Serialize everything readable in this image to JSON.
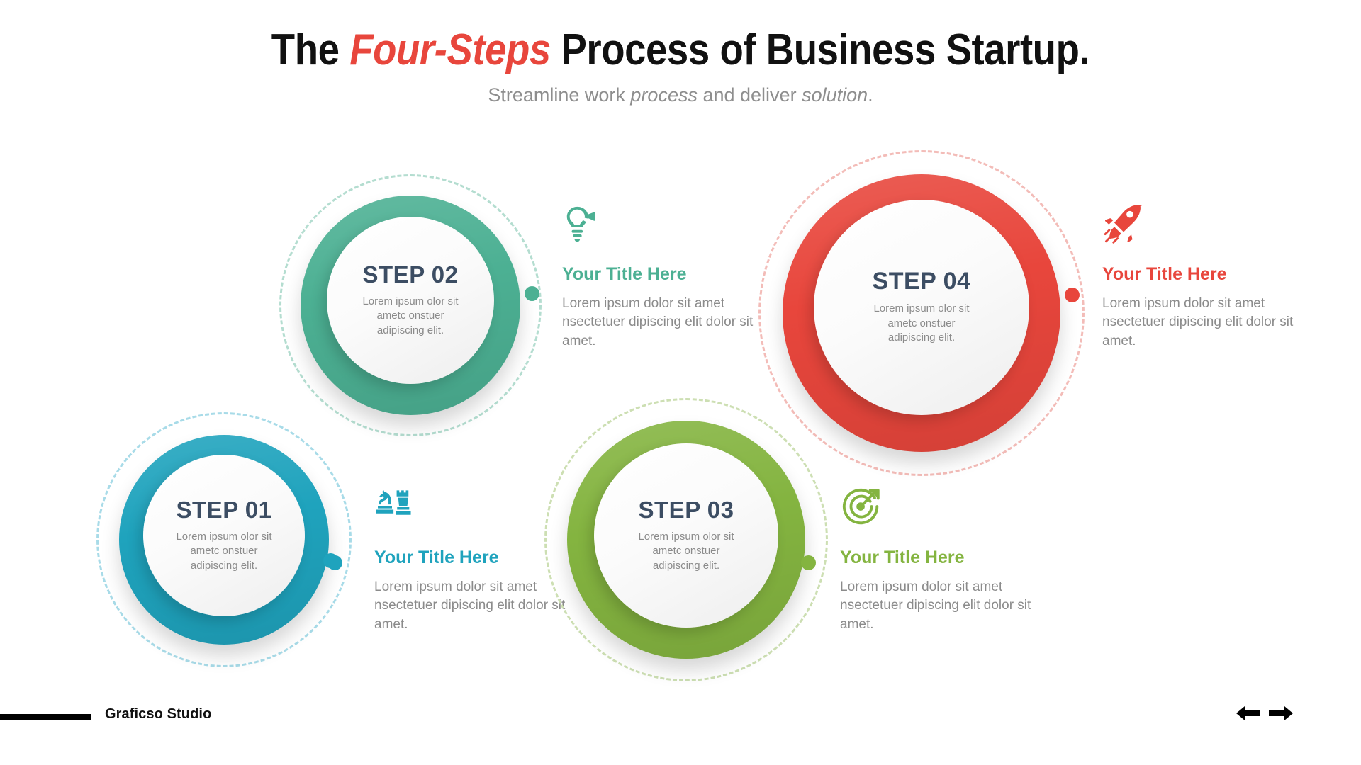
{
  "header": {
    "title_part1": "The ",
    "title_accent": "Four-Steps",
    "title_part2": " Process of Business Startup.",
    "subtitle_part1": "Streamline work ",
    "subtitle_italic1": "process",
    "subtitle_part2": " and deliver ",
    "subtitle_italic2": "solution",
    "subtitle_part3": "."
  },
  "steps": [
    {
      "id": "step-01",
      "label": "STEP 01",
      "description": "Lorem ipsum olor sit ametc onstuer adipiscing elit.",
      "icon": "chess-pieces-icon",
      "info_title": "Your Title Here",
      "info_body": "Lorem ipsum dolor sit amet nsectetuer dipiscing elit dolor sit amet.",
      "color": "#1fa3bd",
      "dashed_color": "#a8dbe8"
    },
    {
      "id": "step-02",
      "label": "STEP 02",
      "description": "Lorem ipsum olor sit ametc onstuer adipiscing elit.",
      "icon": "lightbulb-plug-icon",
      "info_title": "Your Title Here",
      "info_body": "Lorem ipsum dolor sit amet nsectetuer dipiscing elit dolor sit amet.",
      "color": "#4cb093",
      "dashed_color": "#b4ddd0"
    },
    {
      "id": "step-03",
      "label": "STEP 03",
      "description": "Lorem ipsum olor sit ametc onstuer adipiscing elit.",
      "icon": "target-arrow-icon",
      "info_title": "Your Title Here",
      "info_body": "Lorem ipsum dolor sit amet nsectetuer dipiscing elit dolor sit amet.",
      "color": "#84b440",
      "dashed_color": "#cddfb3"
    },
    {
      "id": "step-04",
      "label": "STEP 04",
      "description": "Lorem ipsum olor sit ametc onstuer adipiscing elit.",
      "icon": "rocket-icon",
      "info_title": "Your Title Here",
      "info_body": "Lorem ipsum dolor sit amet nsectetuer dipiscing elit dolor sit amet.",
      "color": "#e8463c",
      "dashed_color": "#f3bcb8"
    }
  ],
  "footer": {
    "brand": "Graficso Studio",
    "prev_icon": "arrow-left-icon",
    "next_icon": "arrow-right-icon"
  }
}
